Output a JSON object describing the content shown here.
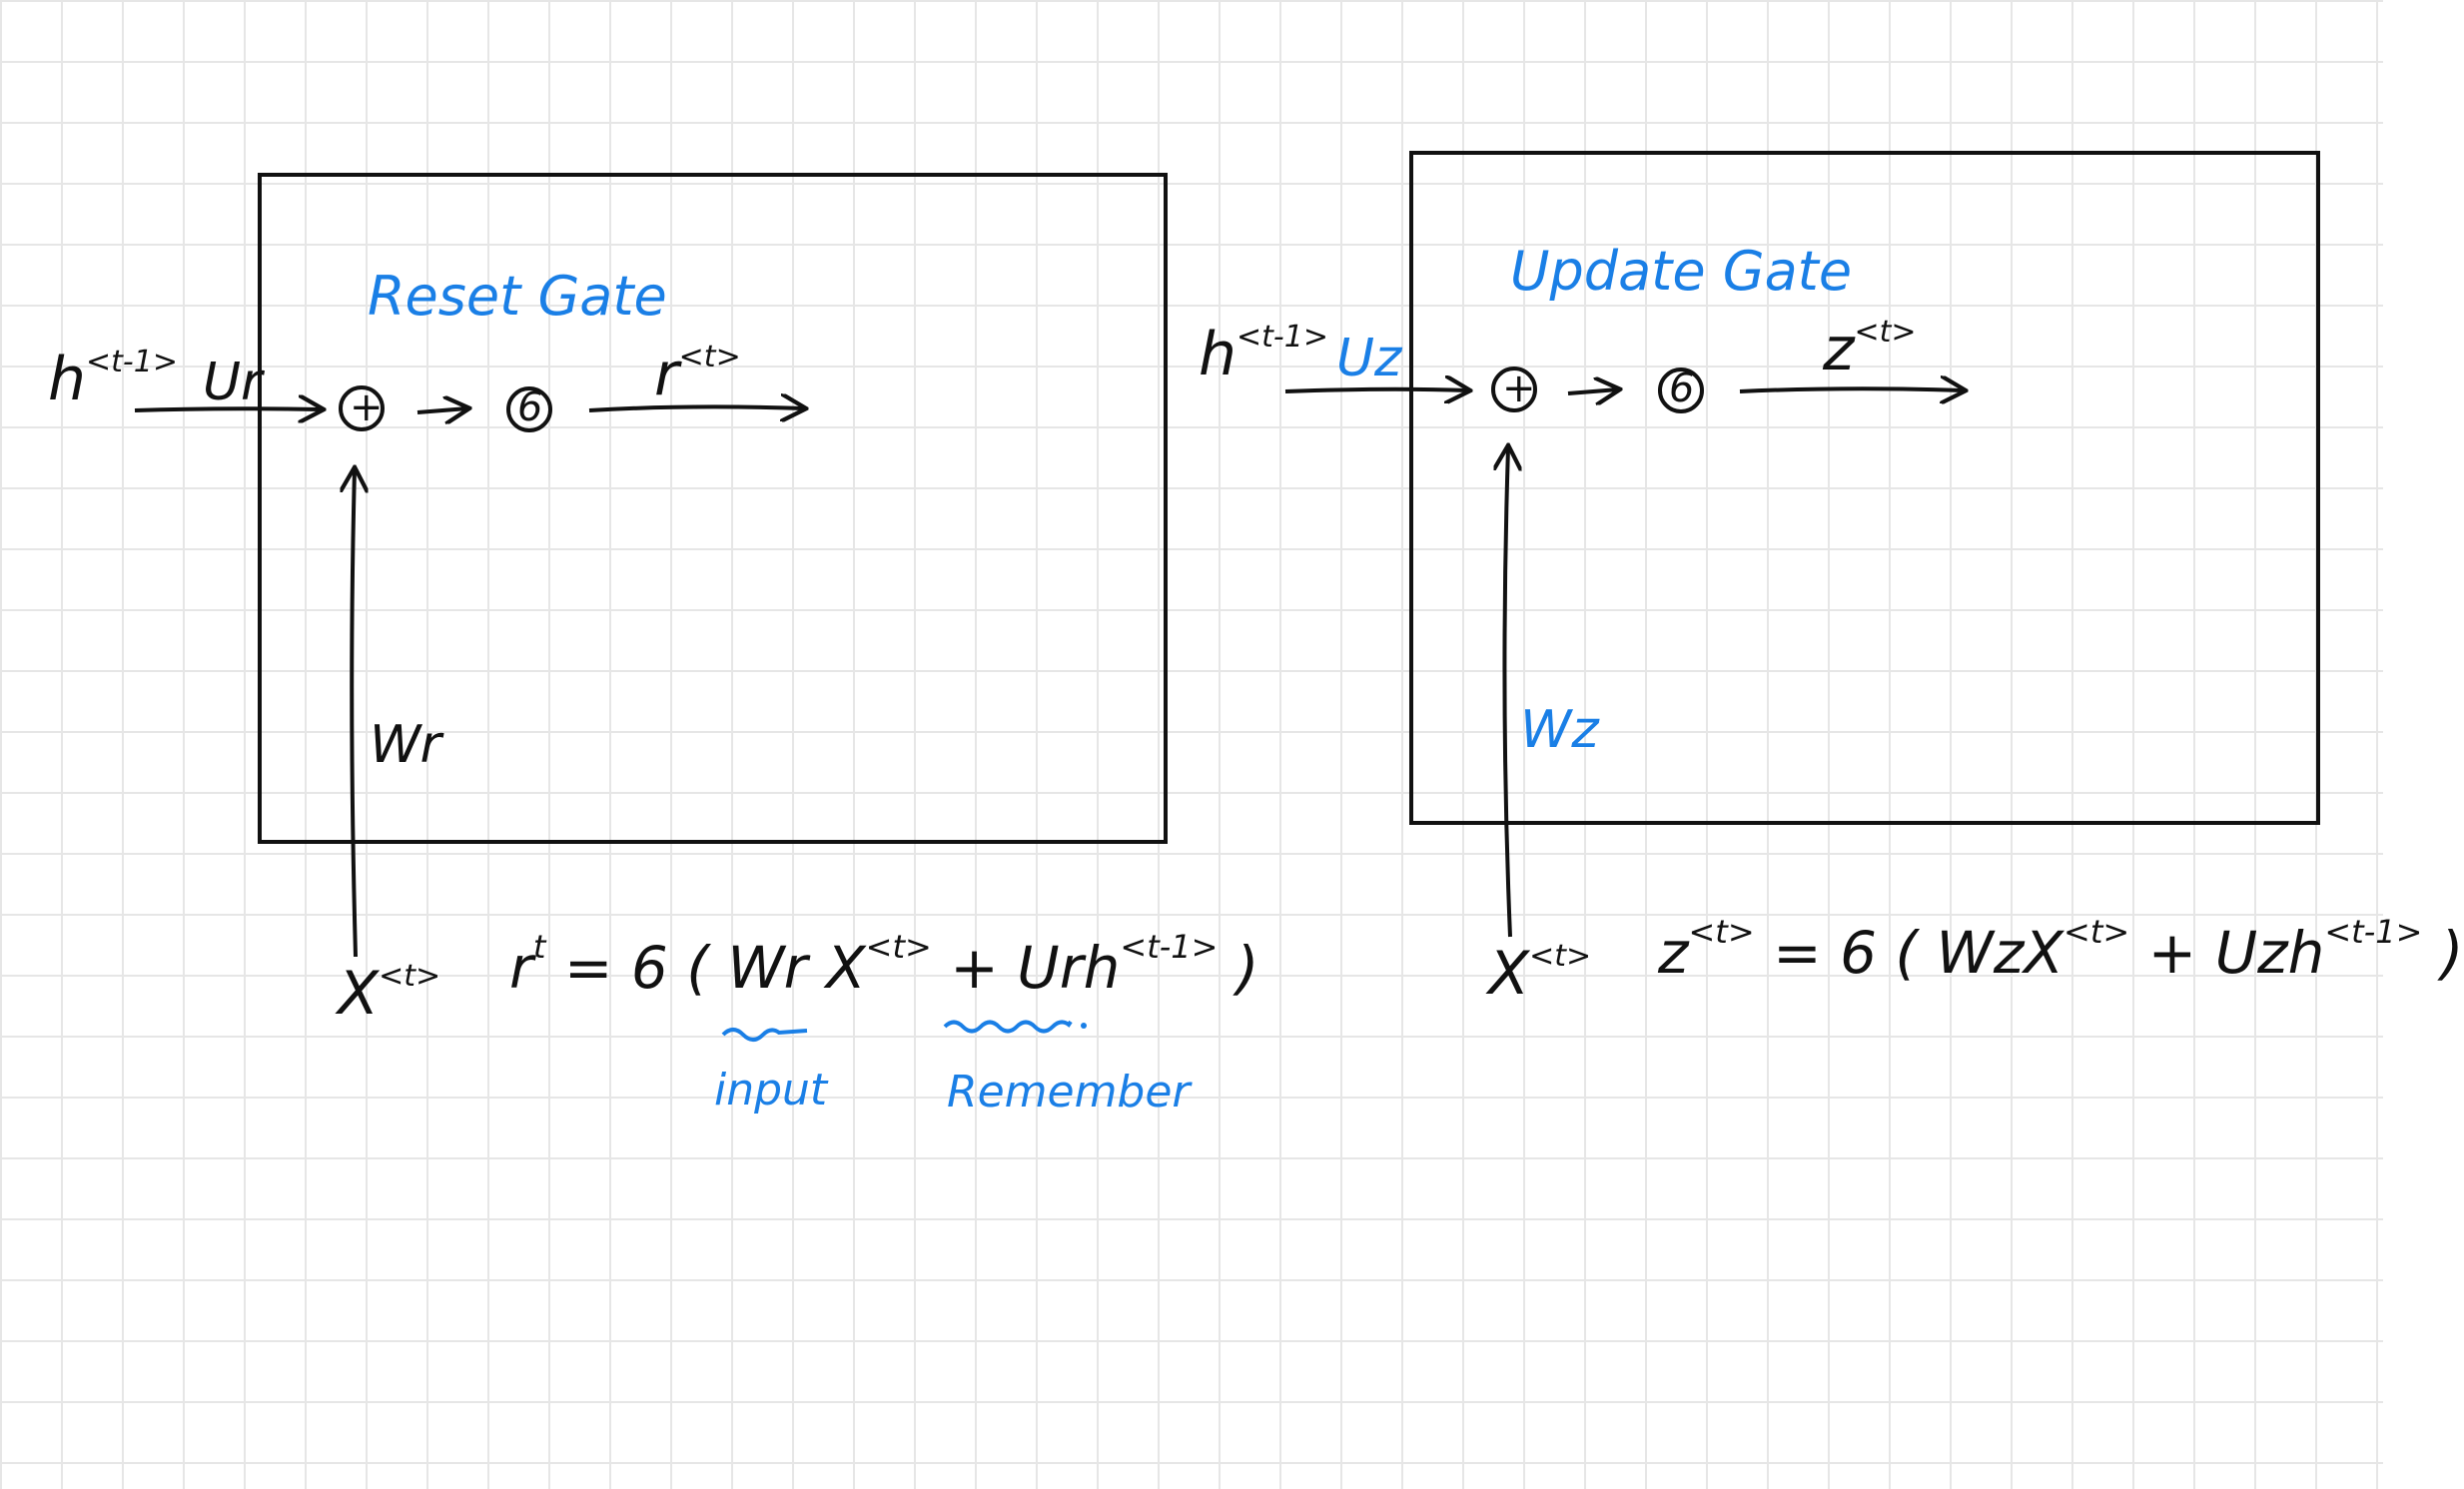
{
  "colors": {
    "ink": "#111111",
    "accent": "#1a7fe6",
    "grid": "#e6e6e6"
  },
  "reset_gate": {
    "title": "Reset Gate",
    "hidden_in": "h",
    "hidden_in_sup": "<t-1>",
    "u_weight": "Ur",
    "plus": "+",
    "sigma": "6",
    "output": "r",
    "output_sup": "<t>",
    "w_weight": "Wr",
    "x_in": "X",
    "x_in_sup": "<t>",
    "equation": {
      "lhs": "r",
      "lhs_sup": "t",
      "eq_sigma": "= 6 (",
      "w_term": "Wr",
      "x_term": "X",
      "x_sup": "<t>",
      "plus": "+",
      "u_term": "Ur",
      "h_term": "h",
      "h_sup": "<t-1>",
      "close": ")"
    },
    "note_input": "input",
    "note_remember": "Remember"
  },
  "update_gate": {
    "title": "Update Gate",
    "hidden_in": "h",
    "hidden_in_sup": "<t-1>",
    "u_weight": "Uz",
    "plus": "+",
    "sigma": "6",
    "output": "z",
    "output_sup": "<t>",
    "w_weight": "Wz",
    "x_in": "X",
    "x_in_sup": "<t>",
    "equation": {
      "lhs": "z",
      "lhs_sup": "<t>",
      "eq_sigma": "= 6 (",
      "w_term": "Wz",
      "x_term": "X",
      "x_sup": "<t>",
      "plus": "+",
      "u_term": "Uz",
      "h_term": "h",
      "h_sup": "<t-1>",
      "close": ")"
    }
  }
}
